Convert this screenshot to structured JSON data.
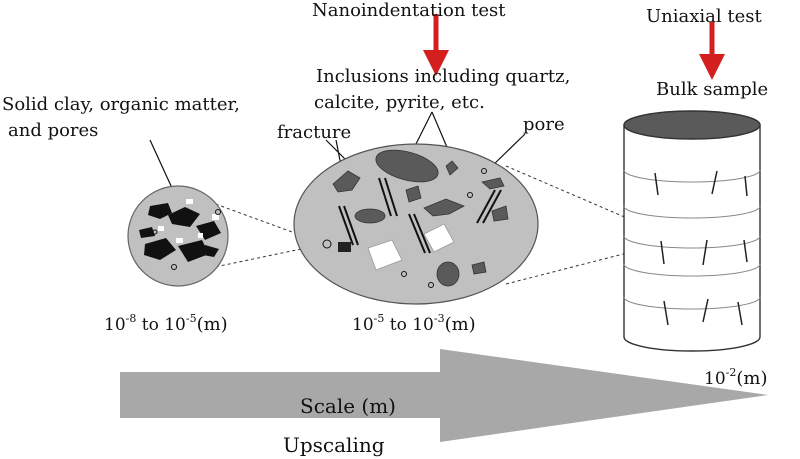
{
  "labels": {
    "nanoindentation": "Nanoindentation test",
    "uniaxial": "Uniaxial test",
    "bulk_sample": "Bulk sample",
    "inclusions_line1": "Inclusions including quartz,",
    "inclusions_line2": "calcite, pyrite, etc.",
    "fracture": "fracture",
    "pore": "pore",
    "solid_clay_line1": "Solid clay, organic matter,",
    "solid_clay_line2": "and pores",
    "scale_small": {
      "base1": "10",
      "exp1": "-8",
      "mid": " to ",
      "base2": "10",
      "exp2": "-5",
      "unit": "(m)"
    },
    "scale_mid": {
      "base1": "10",
      "exp1": "-5",
      "mid": " to ",
      "base2": "10",
      "exp2": "-3",
      "unit": "(m)"
    },
    "scale_large": {
      "base1": "10",
      "exp1": "-2",
      "unit": "(m)"
    },
    "arrow_scale": "Scale (m)",
    "arrow_upscaling": "Upscaling"
  },
  "colors": {
    "test_arrow": "#d41f1f",
    "matrix_gray": "#c0c0c0",
    "inclusion_dark": "#5a5a5a",
    "organic_black": "#111111",
    "upscale_arrow": "#a8a8a8"
  }
}
